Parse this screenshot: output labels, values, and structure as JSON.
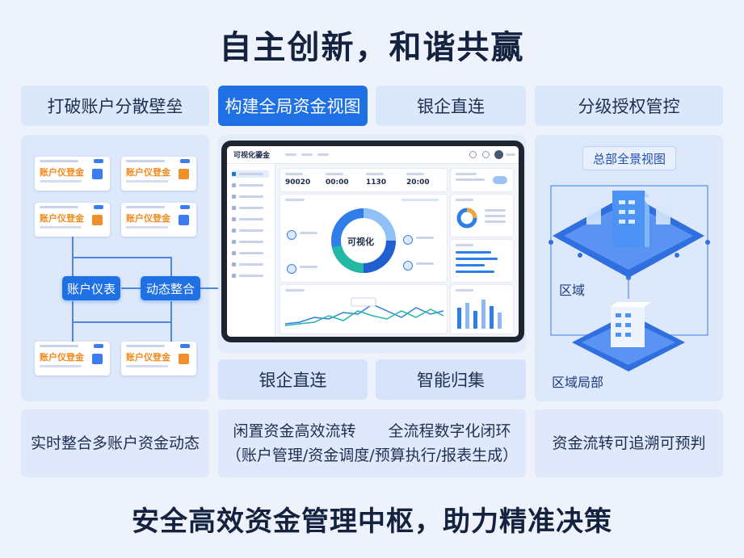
{
  "title": "自主创新，和谐共赢",
  "footer": "安全高效资金管理中枢，助力精准决策",
  "tabs": [
    "打破账户分散壁垒",
    "构建全局资金视图",
    "银企直连",
    "分级授权管控"
  ],
  "active_tab": 1,
  "accent_color": "#1f6fe5",
  "left_panel": {
    "cards": [
      {
        "name": "账户仪登金",
        "icon": "cube-icon",
        "color": "#3b7df0"
      },
      {
        "name": "账户仪登金",
        "icon": "cube-icon",
        "color": "#f0902a"
      },
      {
        "name": "账户仪登金",
        "icon": "cube-icon",
        "color": "#f0902a"
      },
      {
        "name": "账户仪登金",
        "icon": "cube-icon",
        "color": "#3b7df0"
      },
      {
        "name": "账户仪登金",
        "icon": "cube-icon",
        "color": "#3b7df0"
      },
      {
        "name": "账户仪登金",
        "icon": "cube-icon",
        "color": "#f0902a"
      }
    ],
    "pill_left": "账户仪表",
    "pill_right": "动态整合"
  },
  "dashboard": {
    "logo": "可视化鎏金",
    "kpis": [
      "90020",
      "00:00",
      "1130",
      "20:00"
    ],
    "donut_label": "可视化"
  },
  "mid_tabs": [
    "银企直连",
    "智能归集"
  ],
  "right_panel": {
    "top_tag": "总部全景视图",
    "label_region": "区域",
    "label_local": "区域局部"
  },
  "bottom": {
    "left": "实时整合多账户资金动态",
    "middle_a": "闲置资金高效流转",
    "middle_b": "全流程数字化闭环",
    "middle_c": "（账户管理/资金调度/预算执行/报表生成）",
    "right": "资金流转可追溯可预判"
  }
}
